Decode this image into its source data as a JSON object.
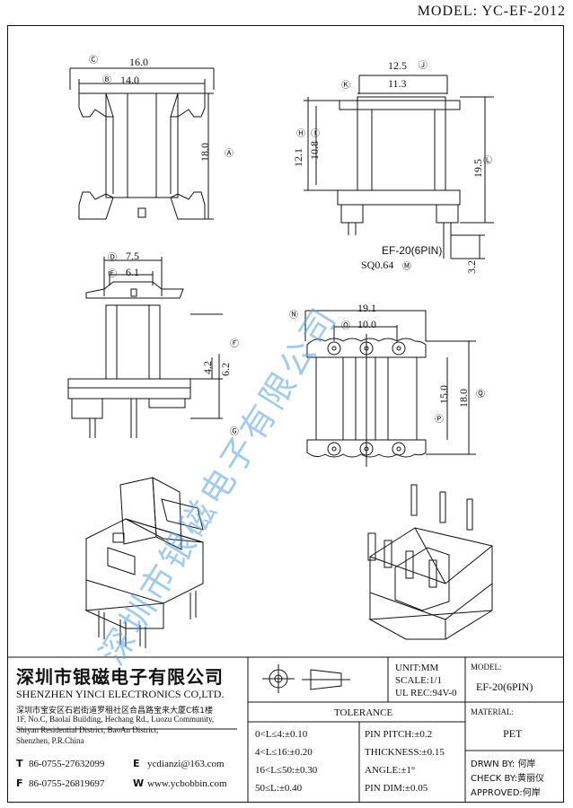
{
  "header": {
    "model": "MODEL: YC-EF-2012"
  },
  "watermark": "深圳市银磁电子有限公司",
  "drawing": {
    "dims": {
      "C": "16.0",
      "B": "14.0",
      "A": "18.0",
      "J": "12.5",
      "K": "11.3",
      "H": "12.1",
      "I": "10.8",
      "L": "19.5",
      "D": "7.5",
      "E": "6.1",
      "F": "4.2",
      "G": "6.2",
      "part_label": "EF-20(6PIN)",
      "M": "SQ0.64",
      "pin_len": "3.2",
      "N": "19.1",
      "O": "10.0",
      "P": "15.0",
      "Q": "18.0"
    },
    "letters": {
      "A": "A",
      "B": "B",
      "C": "C",
      "D": "D",
      "E": "E",
      "F": "F",
      "G": "G",
      "H": "H",
      "I": "I",
      "J": "J",
      "K": "K",
      "L": "L",
      "M": "M",
      "N": "N",
      "O": "O",
      "P": "P",
      "Q": "Q"
    }
  },
  "title_block": {
    "company_cn": "深圳市银磁电子有限公司",
    "company_en": "SHENZHEN YINCI ELECTRONICS CO,LTD.",
    "address_cn": "深圳市宝安区石岩街道罗租社区合昌路宝来大厦C栋1楼",
    "address_en1": "1F, No.C, Baolai Building, Hechang Rd., Luozu Community,",
    "address_en2": "Shiyan Residential District, BaoAn District,",
    "address_en3": "Shenzhen, P.R.China",
    "tel_label": "T",
    "tel": "86-0755-27632099",
    "fax_label": "F",
    "fax": "86-0755-26819697",
    "email_label": "E",
    "email": "ycdianzi@163.com",
    "web_label": "W",
    "web": "www.ycbobbin.com",
    "unit": "UNIT:MM",
    "scale": "SCALE:1/1",
    "ul": "UL REC:94V-0",
    "tolerance_title": "TOLERANCE",
    "tol1": "0<L≤4:±0.10",
    "tol2": "4<L≤16:±0.20",
    "tol3": "16<L≤50:±0.30",
    "tol4": "50≤L:±0.40",
    "pitch": "PIN PITCH:±0.2",
    "thickness": "THICKNESS:±0.15",
    "angle": "ANGLE:±1°",
    "pindim": "PIN DIM:±0.05",
    "model_label": "MODEL:",
    "model_value": "EF-20(6PIN)",
    "material_label": "MATERIAL:",
    "material_value": "PET",
    "drwn": "DRWN BY: 何岸",
    "check": "CHECK BY:黄丽仪",
    "approved": "APPROVED:何岸"
  }
}
